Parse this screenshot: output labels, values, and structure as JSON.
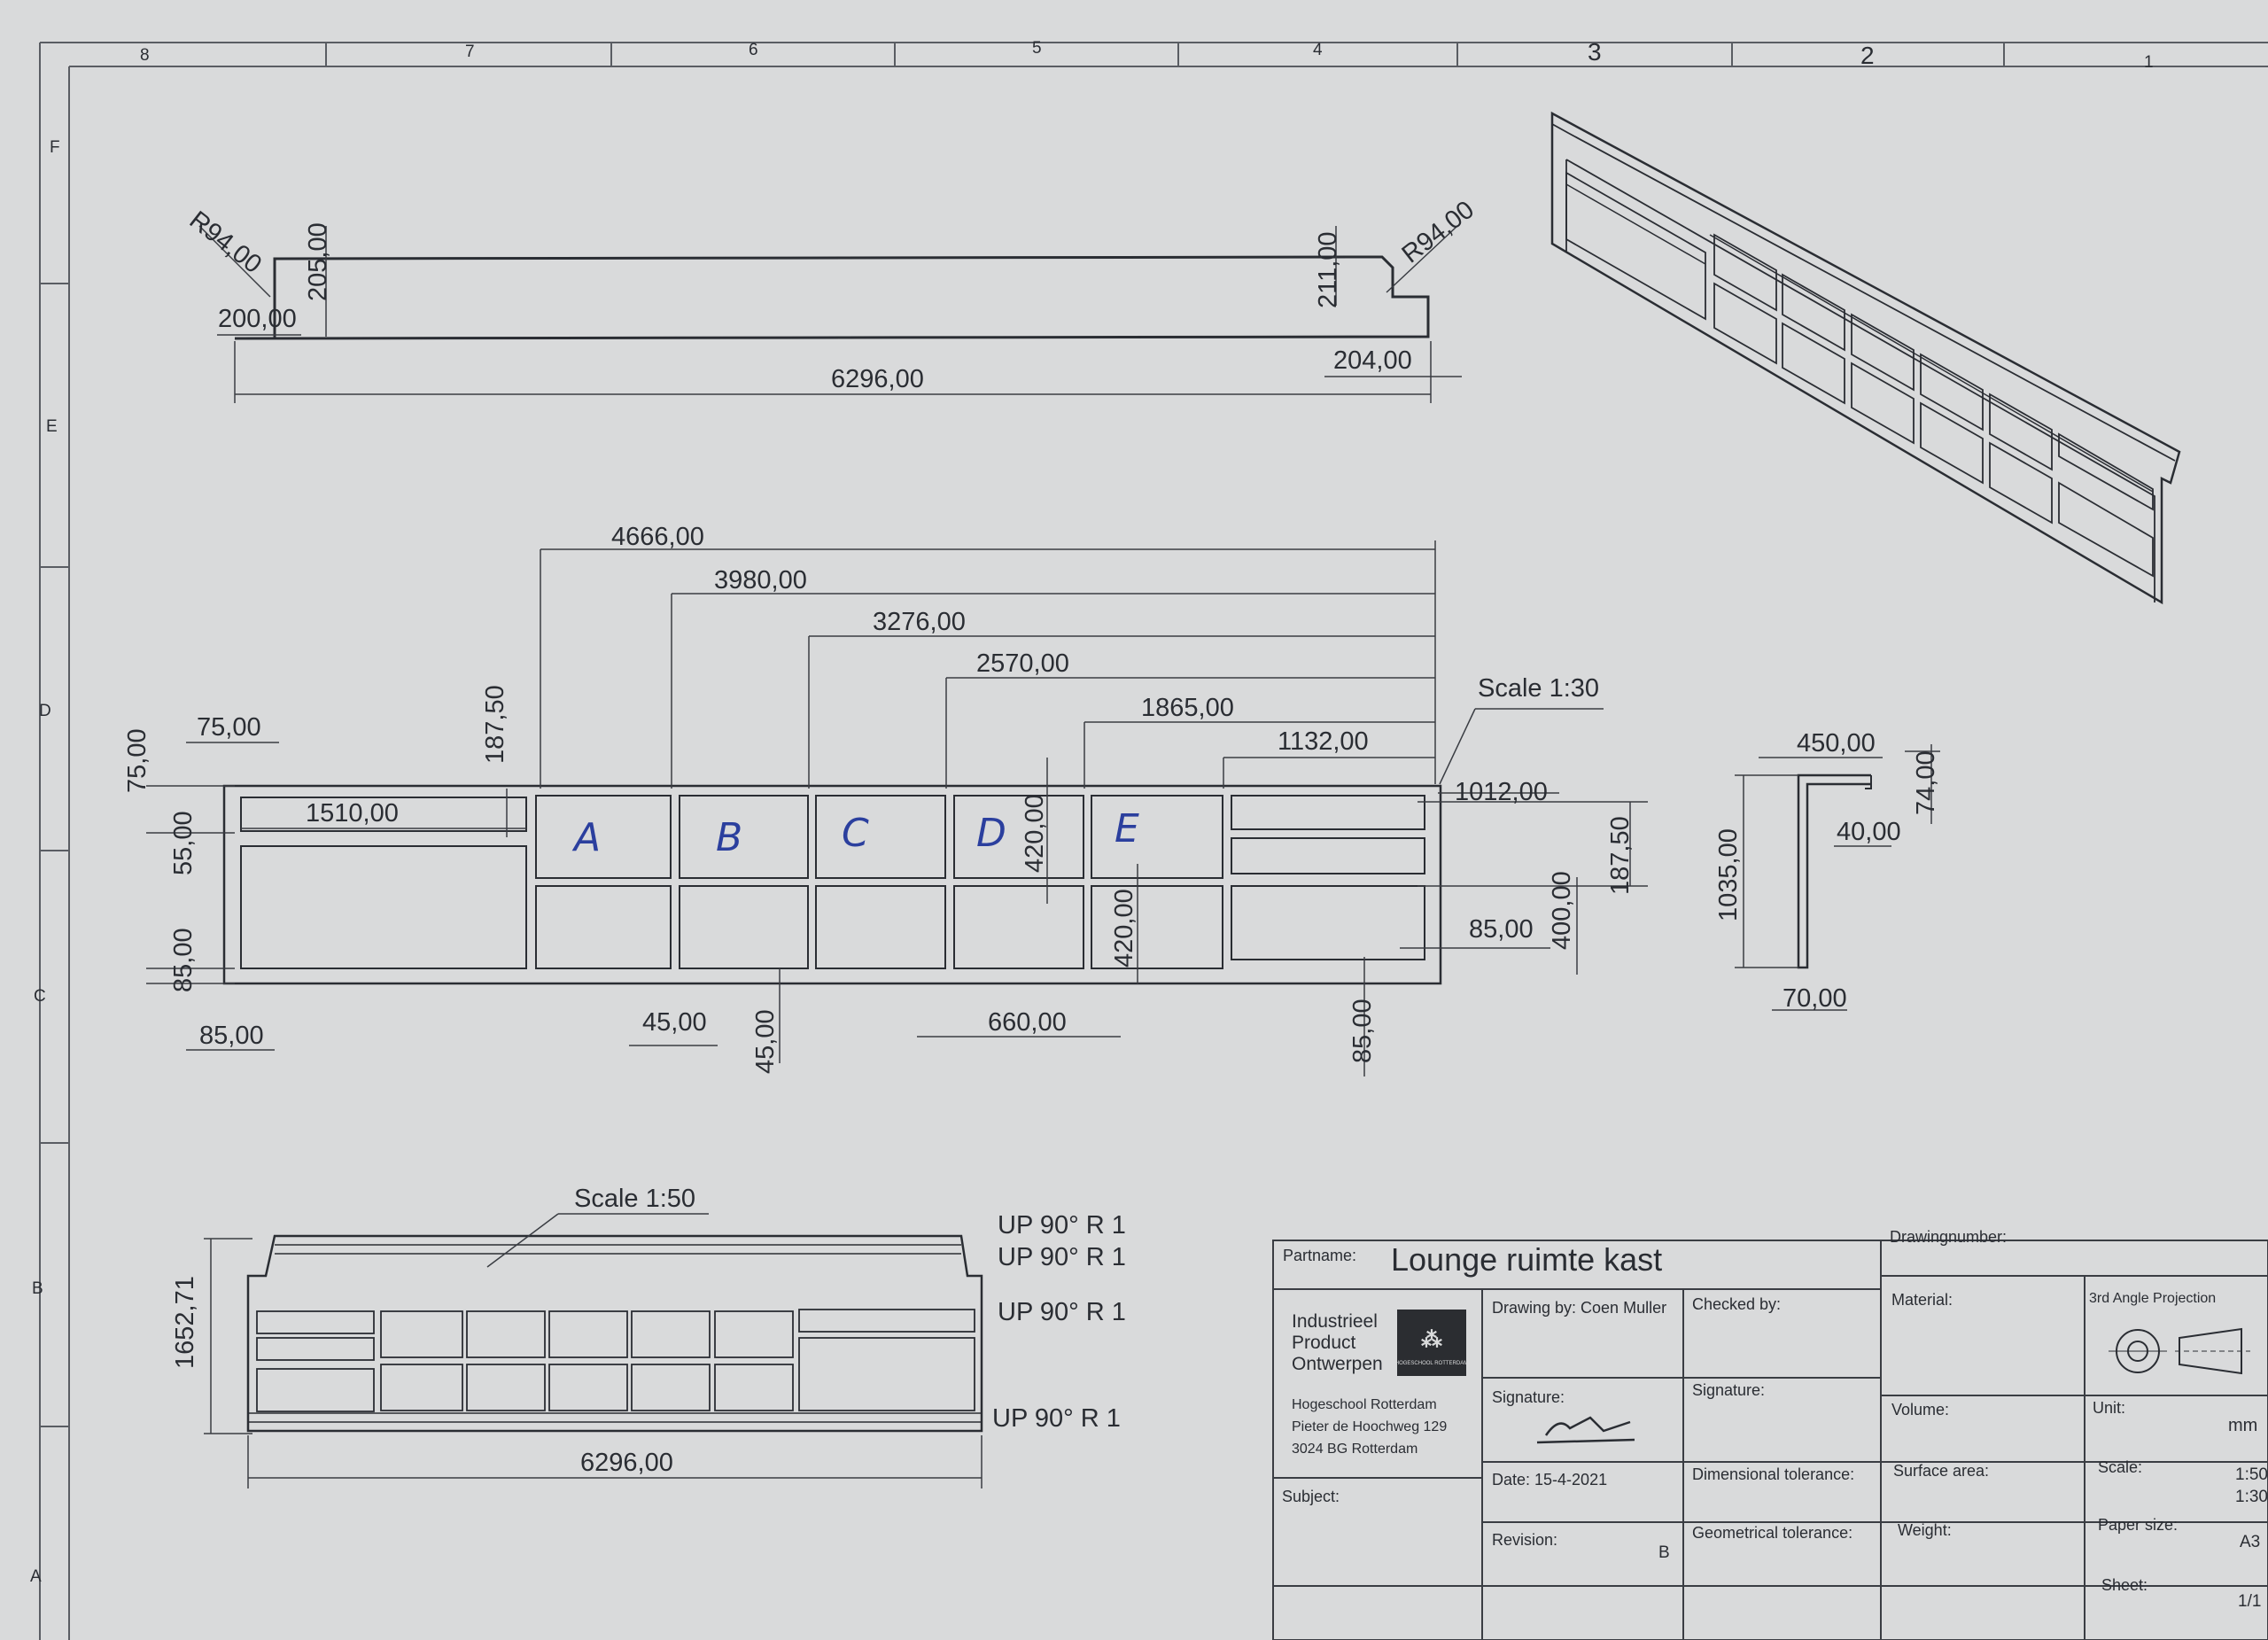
{
  "border": {
    "columns": [
      "8",
      "7",
      "6",
      "5",
      "4",
      "3",
      "2",
      "1"
    ],
    "rows": [
      "F",
      "E",
      "D",
      "C",
      "B",
      "A"
    ]
  },
  "side_view": {
    "dims": {
      "r_left": "R94,00",
      "h_left": "205,00",
      "w_left": "200,00",
      "h_right": "211,00",
      "r_right": "R94,00",
      "w_right": "204,00",
      "total": "6296,00"
    }
  },
  "front_view": {
    "scale_label": "Scale 1:30",
    "top_dims": [
      "4666,00",
      "3980,00",
      "3276,00",
      "2570,00",
      "1865,00",
      "1132,00"
    ],
    "left_dims": {
      "d75h": "75,00",
      "d75w": "75,00",
      "d187": "187,50",
      "d1510": "1510,00",
      "d55": "55,00",
      "d85v": "85,00",
      "d85h": "85,00"
    },
    "bottom_dims": {
      "d45h": "45,00",
      "d45v": "45,00",
      "d660": "660,00",
      "d85b": "85,00"
    },
    "inner_dims": {
      "d420a": "420,00",
      "d420b": "420,00"
    },
    "right_dims": {
      "d1012": "1012,00",
      "d187r": "187,50",
      "d85r": "85,00",
      "d400": "400,00"
    },
    "compartments": [
      "A",
      "B",
      "C",
      "D",
      "E"
    ]
  },
  "profile": {
    "dims": {
      "w450": "450,00",
      "h74": "74,00",
      "w40": "40,00",
      "h1035": "1035,00",
      "w70": "70,00"
    }
  },
  "bend_view": {
    "scale_label": "Scale 1:50",
    "bends": [
      "UP  90°  R 1",
      "UP  90°  R 1",
      "UP  90°  R 1",
      "UP  90°  R 1"
    ],
    "height": "1652,71",
    "width": "6296,00"
  },
  "title_block": {
    "partname_label": "Partname:",
    "partname": "Lounge ruimte kast",
    "drawingnumber_label": "Drawingnumber:",
    "org": [
      "Industrieel",
      "Product",
      "Ontwerpen"
    ],
    "logo_text": "HOGESCHOOL ROTTERDAM",
    "address": [
      "Hogeschool Rotterdam",
      "Pieter de Hoochweg 129",
      "3024 BG Rotterdam"
    ],
    "subject_label": "Subject:",
    "drawing_by": "Drawing by: Coen Muller",
    "checked_by": "Checked by:",
    "material": "Material:",
    "projection": "3rd Angle Projection",
    "signature_label": "Signature:",
    "signature2_label": "Signature:",
    "volume": "Volume:",
    "unit_label": "Unit:",
    "unit": "mm",
    "date": "Date: 15-4-2021",
    "dim_tol": "Dimensional tolerance:",
    "surface": "Surface area:",
    "scale_label": "Scale:",
    "scale_vals": [
      "1:50",
      "1:30"
    ],
    "revision_label": "Revision:",
    "revision": "B",
    "geo_tol": "Geometrical tolerance:",
    "weight": "Weight:",
    "paper_label": "Paper size:",
    "paper": "A3",
    "sheet_label": "Sheet:",
    "sheet": "1/1"
  },
  "colors": {
    "paper": "#d9dadb",
    "ink": "#2a2d33",
    "handwriting": "#2b3f9e"
  }
}
